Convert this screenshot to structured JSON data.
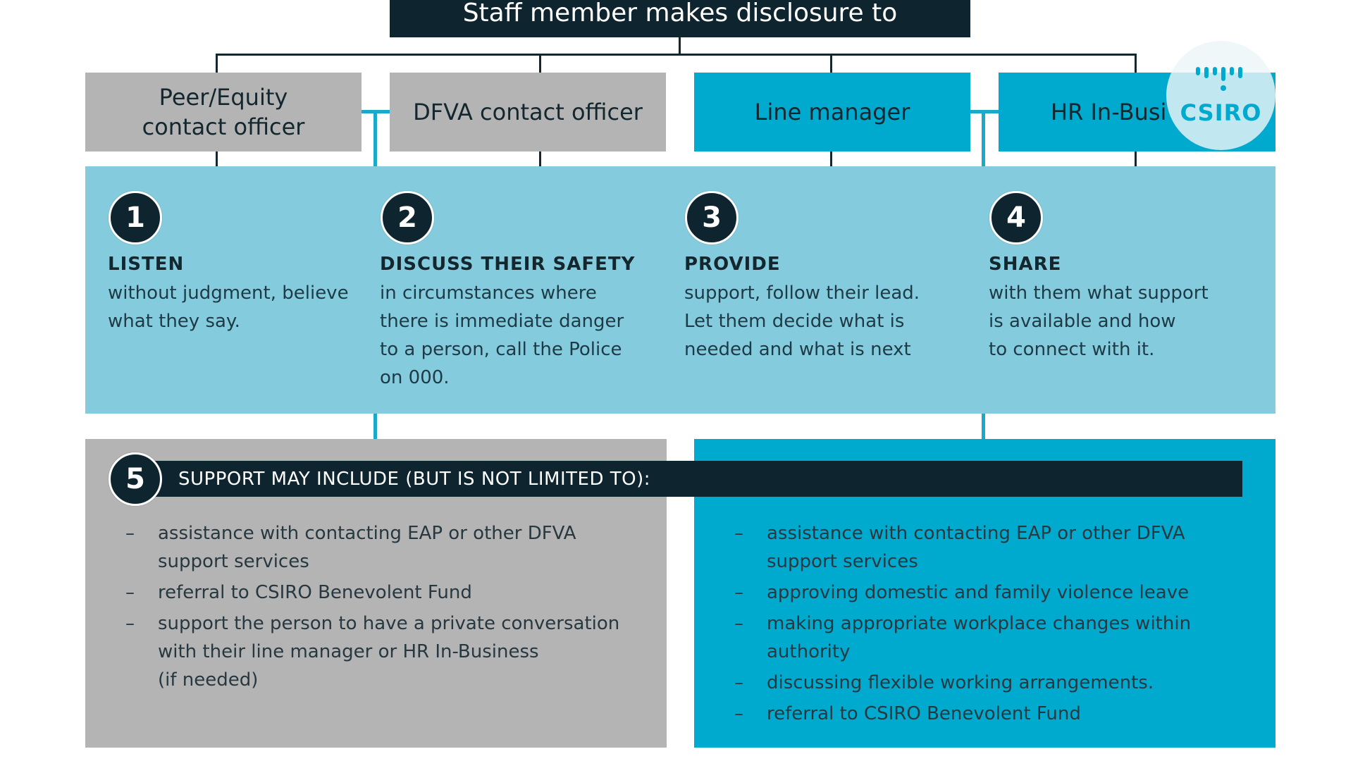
{
  "title": "Staff member makes disclosure to",
  "roles": [
    {
      "label": "Peer/Equity\ncontact officer"
    },
    {
      "label": "DFVA contact officer"
    },
    {
      "label": "Line manager"
    },
    {
      "label": "HR In-Busi"
    }
  ],
  "logo_text": "CSIRO",
  "steps": [
    {
      "number": "1",
      "heading": "LISTEN",
      "body": "without judgment, believe\nwhat they say."
    },
    {
      "number": "2",
      "heading": "DISCUSS THEIR SAFETY",
      "body": "in circumstances where\nthere is immediate danger\nto a person, call the Police\non 000."
    },
    {
      "number": "3",
      "heading": "PROVIDE",
      "body": "support, follow their lead.\nLet them decide what is\nneeded and what is next"
    },
    {
      "number": "4",
      "heading": "SHARE",
      "body": "with them what support\nis available and how\nto connect with it."
    }
  ],
  "support": {
    "number": "5",
    "heading": "SUPPORT MAY INCLUDE (BUT IS NOT LIMITED TO):",
    "left_items": [
      "assistance with contacting EAP or other DFVA\nsupport services",
      "referral to CSIRO Benevolent Fund",
      "support the person to have a private conversation\nwith their line manager or HR In-Business\n(if needed)"
    ],
    "right_items": [
      "assistance with contacting EAP or other DFVA\nsupport services",
      "approving domestic and family violence leave",
      "making appropriate workplace changes within\nauthority",
      "discussing flexible working arrangements.",
      "referral to CSIRO Benevolent Fund"
    ]
  },
  "colors": {
    "navy": "#0e2530",
    "teal": "#00aacf",
    "light_teal": "#84ccdd",
    "grey": "#b4b4b4"
  }
}
